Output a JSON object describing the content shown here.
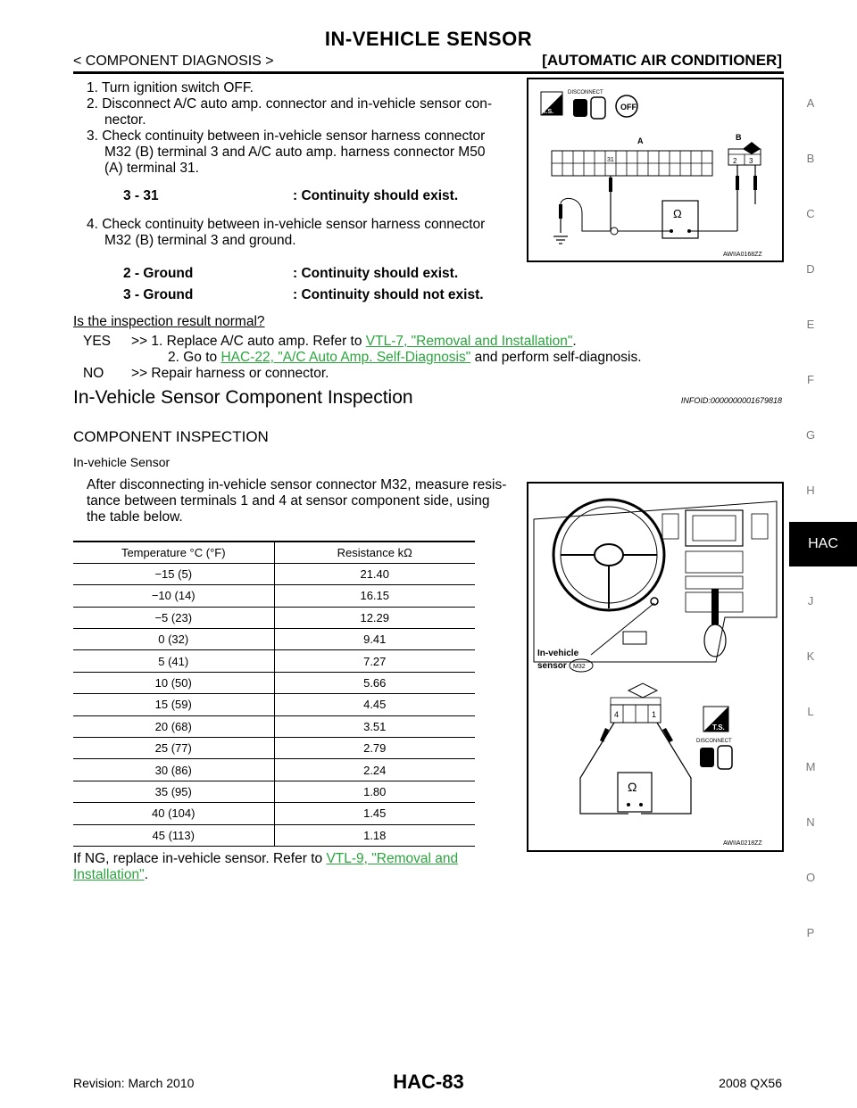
{
  "header": {
    "title": "IN-VEHICLE SENSOR",
    "breadcrumb": "< COMPONENT DIAGNOSIS >",
    "section": "[AUTOMATIC AIR CONDITIONER]"
  },
  "side_index": [
    "A",
    "B",
    "C",
    "D",
    "E",
    "F",
    "G",
    "H",
    "HAC",
    "J",
    "K",
    "L",
    "M",
    "N",
    "O",
    "P"
  ],
  "steps": {
    "s1": "1. Turn ignition switch OFF.",
    "s2a": "2. Disconnect A/C auto amp. connector and in-vehicle sensor con-",
    "s2b": "nector.",
    "s3a": "3. Check continuity between in-vehicle sensor harness connector",
    "s3b": "M32 (B) terminal 3 and A/C auto amp. harness connector M50",
    "s3c": "(A) terminal 31.",
    "k1": "3 - 31",
    "v1": ": Continuity should exist.",
    "s4a": "4. Check continuity between in-vehicle sensor harness connector",
    "s4b": "M32 (B) terminal 3 and ground.",
    "k2": "2 - Ground",
    "v2": ": Continuity should exist.",
    "k3": "3 - Ground",
    "v3": ": Continuity should not exist.",
    "question": "Is the inspection result normal?",
    "yes_label": "YES",
    "yes_arrow": ">> 1. Replace A/C auto amp. Refer to",
    "yes_link1": "VTL-7, \"Removal and Installation\"",
    "yes_2a": "2. Go to",
    "yes_link2": "HAC-22, \"A/C Auto Amp. Self-Diagnosis\"",
    "yes_2b": "and perform self-diagnosis.",
    "no_label": "NO",
    "no_text": ">> Repair harness or connector."
  },
  "component": {
    "heading": "In-Vehicle Sensor Component Inspection",
    "infoid": "INFOID:0000000001679818",
    "subheading": "COMPONENT INSPECTION",
    "subsub": "In-vehicle Sensor",
    "intro_a": "After disconnecting in-vehicle sensor connector M32, measure resis-",
    "intro_b": "tance between terminals 1 and 4 at sensor component side, using",
    "intro_c": "the table below.",
    "table_headers": [
      "Temperature °C (°F)",
      "Resistance kΩ"
    ],
    "table_rows": [
      [
        "−15 (5)",
        "21.40"
      ],
      [
        "−10 (14)",
        "16.15"
      ],
      [
        "−5 (23)",
        "12.29"
      ],
      [
        "0 (32)",
        "9.41"
      ],
      [
        "5 (41)",
        "7.27"
      ],
      [
        "10 (50)",
        "5.66"
      ],
      [
        "15 (59)",
        "4.45"
      ],
      [
        "20 (68)",
        "3.51"
      ],
      [
        "25 (77)",
        "2.79"
      ],
      [
        "30 (86)",
        "2.24"
      ],
      [
        "35 (95)",
        "1.80"
      ],
      [
        "40 (104)",
        "1.45"
      ],
      [
        "45 (113)",
        "1.18"
      ]
    ],
    "ng_text": "If NG, replace in-vehicle sensor. Refer to",
    "ng_link_a": "VTL-9, \"Removal and",
    "ng_link_b": "Installation\""
  },
  "figure1": {
    "disconnect": "DISCONNECT",
    "ts": "T.S.",
    "off": "OFF",
    "label_a": "A",
    "label_b": "B",
    "pin31": "31",
    "pin2": "2",
    "pin3": "3",
    "ohm": "Ω",
    "code": "AWIIA0168ZZ"
  },
  "figure2": {
    "sensor_label_1": "In-vehicle",
    "sensor_label_2": "sensor",
    "connector": "M32",
    "pin4": "4",
    "pin1": "1",
    "ts": "T.S.",
    "disconnect": "DISCONNECT",
    "ohm": "Ω",
    "code": "AWIIA0218ZZ"
  },
  "footer": {
    "revision": "Revision: March 2010",
    "page": "HAC-83",
    "model": "2008 QX56"
  }
}
